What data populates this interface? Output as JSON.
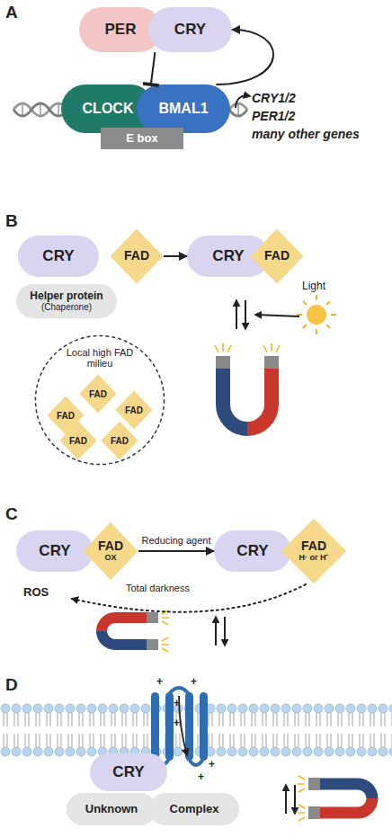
{
  "diagram": {
    "nodes": [
      {
        "text": [
          "PER"
        ]
      },
      {
        "text": [
          "CRY"
        ]
      },
      {
        "text": [
          "CLOCK"
        ]
      },
      {
        "text": [
          "BMAL1"
        ]
      },
      {
        "text": [
          "E box"
        ]
      },
      {
        "text": [
          "CRY"
        ]
      },
      {
        "text": [
          "FAD"
        ]
      },
      {
        "text": [
          "CRY"
        ]
      },
      {
        "text": [
          "FAD"
        ]
      },
      {
        "text": [
          "Helper protein",
          "(Chaperone)"
        ]
      },
      {
        "text": [
          "Local high FAD milieu"
        ]
      },
      {
        "text": [
          "FAD"
        ],
        "in": 10
      },
      {
        "text": [
          "FAD"
        ],
        "in": 10
      },
      {
        "text": [
          "FAD"
        ],
        "in": 10
      },
      {
        "text": [
          "FAD"
        ],
        "in": 10
      },
      {
        "text": [
          "FAD"
        ],
        "in": 10
      },
      {
        "text": [
          "CRY"
        ]
      },
      {
        "text": [
          "FAD",
          "OX"
        ]
      },
      {
        "text": [
          "CRY"
        ]
      },
      {
        "text": [
          "FAD",
          "H· or H⁻"
        ]
      },
      {
        "text": [
          "CRY"
        ]
      },
      {
        "text": [
          "Unknown"
        ]
      },
      {
        "text": [
          "Complex"
        ]
      }
    ],
    "edges": [
      {
        "from": 1,
        "to": 2,
        "arrow": "to"
      },
      {
        "from": 3,
        "to": 1,
        "arrow": "to"
      },
      {
        "from": 6,
        "to": 7,
        "arrow": "to"
      },
      {
        "from": 17,
        "to": 18,
        "label": "Reducing agent",
        "arrow": "to"
      }
    ],
    "labels": [
      "A",
      "CRY1/2",
      "PER1/2",
      "many other genes",
      "B",
      "Light",
      "C",
      "ROS",
      "Total darkness",
      "D",
      "+",
      "+",
      "+",
      "+",
      "+",
      "+"
    ]
  }
}
